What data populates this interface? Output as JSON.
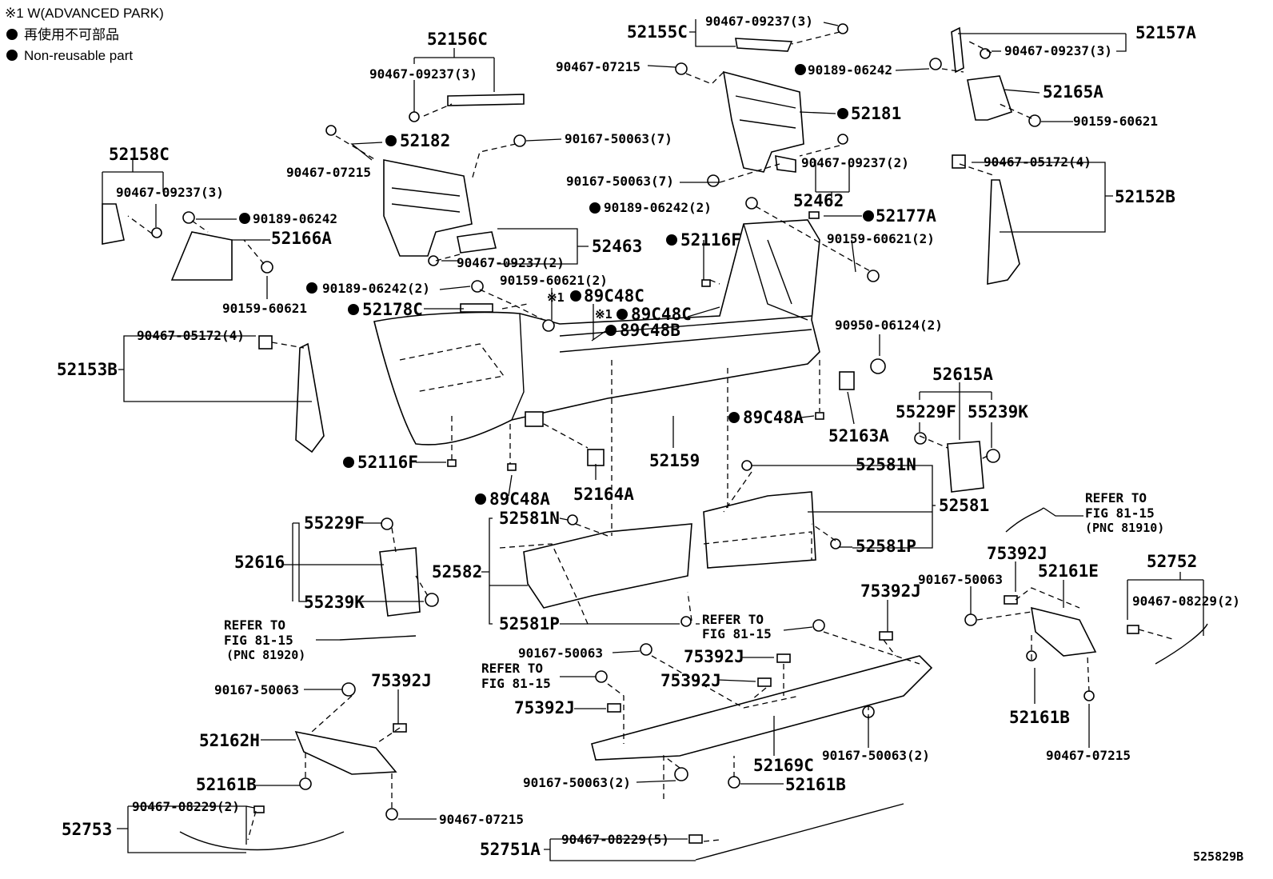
{
  "legend": {
    "note": "※1 W(ADVANCED PARK)",
    "jp": "再使用不可部品",
    "en": "Non-reusable part"
  },
  "diagram_code": "525829B",
  "labels": {
    "p52156C": "52156C",
    "p90467_09237_3a": "90467-09237(3)",
    "p52155C": "52155C",
    "p90467_09237_3b": "90467-09237(3)",
    "p52157A": "52157A",
    "p90467_09237_3c": "90467-09237(3)",
    "p90467_07215a": "90467-07215",
    "p90189_06242a": "90189-06242",
    "p52165A": "52165A",
    "p52181": "52181",
    "p90159_60621a": "90159-60621",
    "p52182": "52182",
    "p90167_50063_7a": "90167-50063(7)",
    "p90467_07215b": "90467-07215",
    "p52158C": "52158C",
    "p90467_09237_3d": "90467-09237(3)",
    "p90189_06242b": "90189-06242",
    "p52166A": "52166A",
    "p90159_60621b": "90159-60621",
    "p90167_50063_7b": "90167-50063(7)",
    "p90467_09237_2a": "90467-09237(2)",
    "p52462": "52462",
    "p90467_05172_4a": "90467-05172(4)",
    "p52152B": "52152B",
    "p90189_06242_2a": "90189-06242(2)",
    "p52177A": "52177A",
    "p90159_60621_2a": "90159-60621(2)",
    "p52116Fa": "52116F",
    "p52463": "52463",
    "p90467_09237_2b": "90467-09237(2)",
    "p90189_06242_2b": "90189-06242(2)",
    "p90159_60621_2b": "90159-60621(2)",
    "p89C48Ca": "89C48C",
    "p89C48Cb": "89C48C",
    "p89C48B": "89C48B",
    "p52178C": "52178C",
    "p90950_06124_2": "90950-06124(2)",
    "p90467_05172_4b": "90467-05172(4)",
    "p52153B": "52153B",
    "p89C48Aa": "89C48A",
    "p52163A": "52163A",
    "p52615A": "52615A",
    "p55229Fa": "55229F",
    "p55239Ka": "55239K",
    "p52116Fb": "52116F",
    "p52159": "52159",
    "p52581Na": "52581N",
    "p89C48Ab": "89C48A",
    "p52164A": "52164A",
    "p52581": "52581",
    "p55229Fb": "55229F",
    "p52581Nb": "52581N",
    "p52616": "52616",
    "p52582": "52582",
    "p52581Pa": "52581P",
    "p55239Kb": "55239K",
    "refer_a1": "REFER TO",
    "refer_a2": "FIG 81-15",
    "refer_a3": "(PNC 81910)",
    "p75392Ja": "75392J",
    "p52752": "52752",
    "p90167_50063a": "90167-50063",
    "p52161E": "52161E",
    "p90467_08229_2a": "90467-08229(2)",
    "p52581Pb": "52581P",
    "refer_b1": "REFER TO",
    "refer_b2": "FIG 81-15",
    "p75392Jb": "75392J",
    "refer_c1": "REFER TO",
    "refer_c2": "FIG 81-15",
    "refer_c3": "(PNC 81920)",
    "p90167_50063b": "90167-50063",
    "p75392Jc": "75392J",
    "refer_d1": "REFER TO",
    "refer_d2": "FIG 81-15",
    "p75392Jd": "75392J",
    "p52161Ba": "52161B",
    "p90167_50063c": "90167-50063",
    "p75392Je": "75392J",
    "p75392Jf": "75392J",
    "p90467_07215c": "90467-07215",
    "p52162H": "52162H",
    "p52169C": "52169C",
    "p90167_50063_2a": "90167-50063(2)",
    "p52161Bb": "52161B",
    "p90167_50063_2b": "90167-50063(2)",
    "p52161Bc": "52161B",
    "p90467_08229_2b": "90467-08229(2)",
    "p90467_07215d": "90467-07215",
    "p52753": "52753",
    "p52751A": "52751A",
    "p90467_08229_5": "90467-08229(5)",
    "note1a": "※1",
    "note1b": "※1"
  }
}
